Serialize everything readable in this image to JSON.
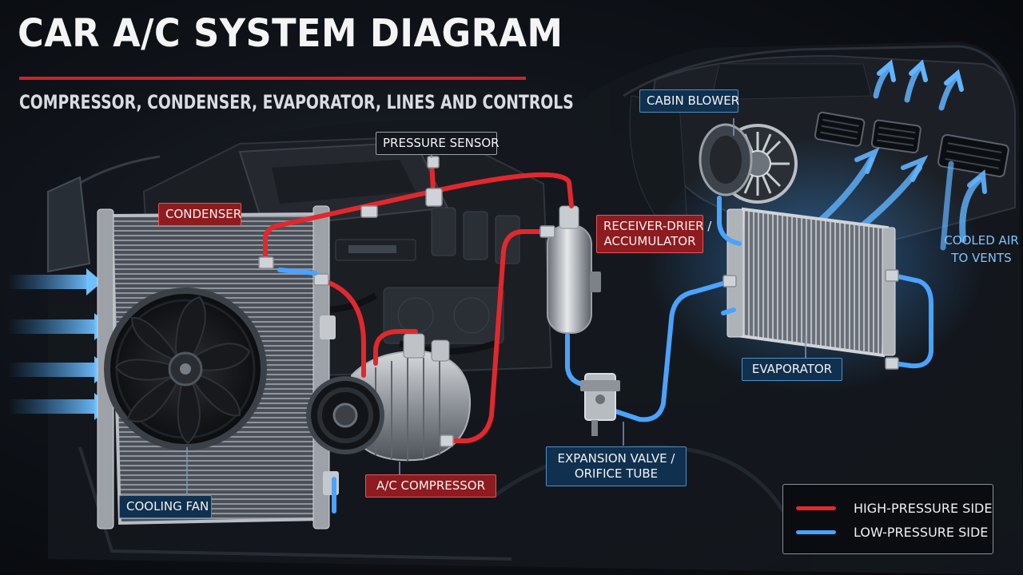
{
  "header": {
    "title": "CAR A/C SYSTEM DIAGRAM",
    "subtitle": "COMPRESSOR, CONDENSER, EVAPORATOR, LINES AND CONTROLS"
  },
  "labels": {
    "pressure_sensor": "PRESSURE SENSOR",
    "condenser": "CONDENSER",
    "receiver_drier": [
      "RECEIVER-DRIER /",
      "ACCUMULATOR"
    ],
    "cabin_blower": "CABIN BLOWER",
    "cooled_air": [
      "COOLED AIR",
      "TO VENTS"
    ],
    "evaporator": "EVAPORATOR",
    "expansion_valve": [
      "EXPANSION VALVE /",
      "ORIFICE TUBE"
    ],
    "compressor": "A/C COMPRESSOR",
    "cooling_fan": "COOLING FAN"
  },
  "legend": {
    "high": "HIGH-PRESSURE SIDE",
    "low": "LOW-PRESSURE SIDE"
  },
  "colors": {
    "high_pressure": "#e2282d",
    "low_pressure": "#4aa3ff",
    "accent": "#c9262a"
  }
}
